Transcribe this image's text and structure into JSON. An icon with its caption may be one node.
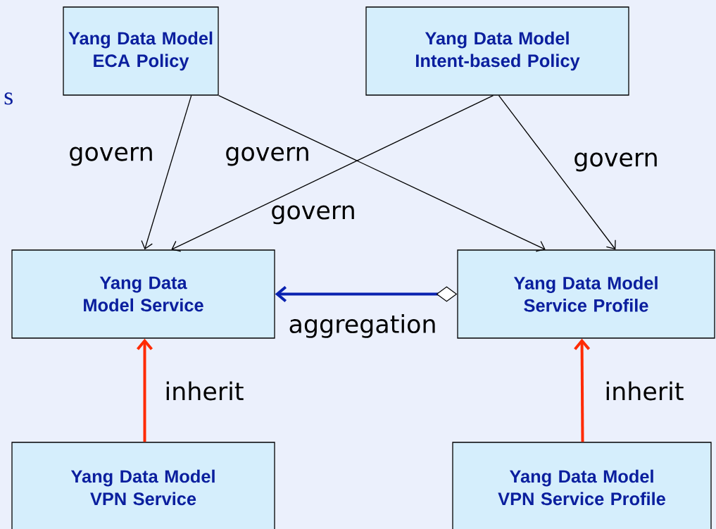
{
  "diagram": {
    "nodes": [
      {
        "text": [
          "Yang Data Model ECA Policy"
        ]
      },
      {
        "text": [
          "Yang Data Model Intent-based Policy"
        ]
      },
      {
        "text": [
          "Yang Data Model Service"
        ]
      },
      {
        "text": [
          "Yang Data Model Service Profile"
        ]
      },
      {
        "text": [
          "Yang Data Model VPN Service"
        ]
      },
      {
        "text": [
          "Yang Data Model VPN Service Profile"
        ]
      }
    ],
    "edges": [
      {
        "from": 0,
        "to": 2,
        "arrow": "to",
        "label": "govern"
      },
      {
        "from": 0,
        "to": 3,
        "arrow": "to",
        "label": "govern"
      },
      {
        "from": 1,
        "to": 2,
        "arrow": "to",
        "label": "govern"
      },
      {
        "from": 1,
        "to": 3,
        "arrow": "to",
        "label": "govern"
      },
      {
        "from": 3,
        "to": 2,
        "arrow": "to",
        "label": "aggregation",
        "style": "thick",
        "color": "#0a22b0"
      },
      {
        "from": 4,
        "to": 2,
        "arrow": "to",
        "label": "inherit",
        "style": "thick",
        "color": "#ff2a00"
      },
      {
        "from": 5,
        "to": 3,
        "arrow": "to",
        "label": "inherit",
        "style": "thick",
        "color": "#ff2a00"
      }
    ],
    "labels": [
      "s"
    ]
  }
}
